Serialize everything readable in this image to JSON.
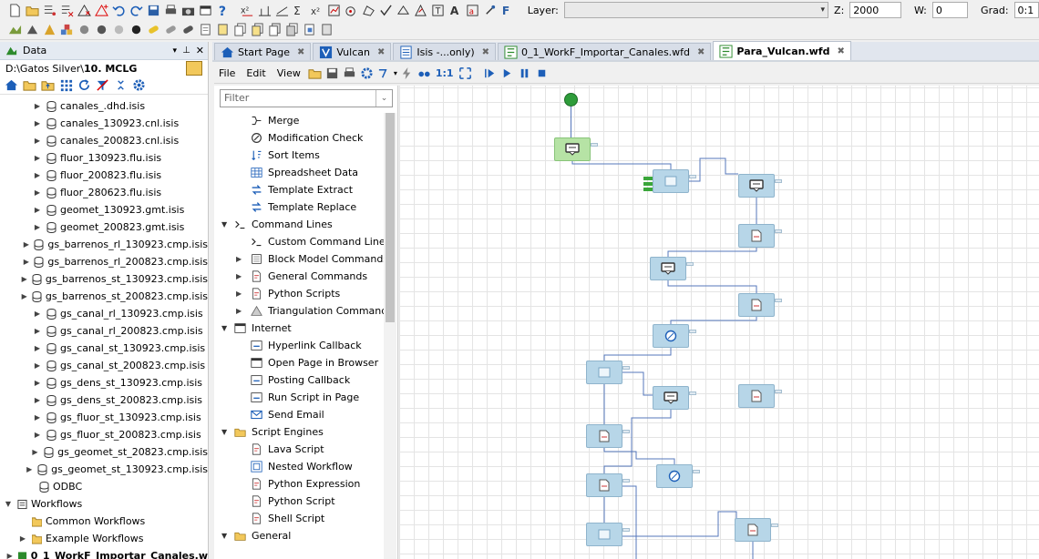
{
  "toolbar": {
    "layer_label": "Layer:",
    "z_label": "Z:",
    "z_value": "2000",
    "w_label": "W:",
    "w_value": "0",
    "grad_label": "Grad:",
    "grad_value": "0:1"
  },
  "data_panel": {
    "title": "Data",
    "path_prefix": "D:\\Gatos Silver\\",
    "path_bold": "10. MCLG"
  },
  "tree": {
    "files": [
      "canales_.dhd.isis",
      "canales_130923.cnl.isis",
      "canales_200823.cnl.isis",
      "fluor_130923.flu.isis",
      "fluor_200823.flu.isis",
      "fluor_280623.flu.isis",
      "geomet_130923.gmt.isis",
      "geomet_200823.gmt.isis",
      "gs_barrenos_rl_130923.cmp.isis",
      "gs_barrenos_rl_200823.cmp.isis",
      "gs_barrenos_st_130923.cmp.isis",
      "gs_barrenos_st_200823.cmp.isis",
      "gs_canal_rl_130923.cmp.isis",
      "gs_canal_rl_200823.cmp.isis",
      "gs_canal_st_130923.cmp.isis",
      "gs_canal_st_200823.cmp.isis",
      "gs_dens_st_130923.cmp.isis",
      "gs_dens_st_200823.cmp.isis",
      "gs_fluor_st_130923.cmp.isis",
      "gs_fluor_st_200823.cmp.isis",
      "gs_geomet_st_20823.cmp.isis",
      "gs_geomet_st_130923.cmp.isis"
    ],
    "odbc": "ODBC",
    "workflows": "Workflows",
    "common": "Common Workflows",
    "example": "Example Workflows",
    "last": "0_1_WorkF_Importar_Canales.w"
  },
  "tabs": [
    {
      "label": "Start Page",
      "icon": "home-icon"
    },
    {
      "label": "Vulcan",
      "icon": "vulcan-icon"
    },
    {
      "label": "Isis -...only)",
      "icon": "isis-icon"
    },
    {
      "label": "0_1_WorkF_Importar_Canales.wfd",
      "icon": "workflow-icon"
    },
    {
      "label": "Para_Vulcan.wfd",
      "icon": "workflow-icon"
    }
  ],
  "menu": [
    "File",
    "Edit",
    "View"
  ],
  "zoom_label": "1:1",
  "filter_placeholder": "Filter",
  "palette": [
    {
      "label": "Merge",
      "type": "item",
      "icon": "merge-icon"
    },
    {
      "label": "Modification Check",
      "type": "item",
      "icon": "check-icon"
    },
    {
      "label": "Sort Items",
      "type": "item",
      "icon": "sort-icon"
    },
    {
      "label": "Spreadsheet Data",
      "type": "item",
      "icon": "spreadsheet-icon"
    },
    {
      "label": "Template Extract",
      "type": "item",
      "icon": "template-icon"
    },
    {
      "label": "Template Replace",
      "type": "item",
      "icon": "template-icon"
    },
    {
      "label": "Command Lines",
      "type": "group",
      "icon": "terminal-icon"
    },
    {
      "label": "Custom Command Line",
      "type": "item",
      "icon": "terminal-icon"
    },
    {
      "label": "Block Model Commands",
      "type": "sub",
      "icon": "blockmodel-icon"
    },
    {
      "label": "General Commands",
      "type": "sub",
      "icon": "document-icon"
    },
    {
      "label": "Python Scripts",
      "type": "sub",
      "icon": "document-icon"
    },
    {
      "label": "Triangulation Commands",
      "type": "sub",
      "icon": "triangle-icon"
    },
    {
      "label": "Internet",
      "type": "group",
      "icon": "browser-icon"
    },
    {
      "label": "Hyperlink Callback",
      "type": "item",
      "icon": "link-icon"
    },
    {
      "label": "Open Page in Browser",
      "type": "item",
      "icon": "browser-icon"
    },
    {
      "label": "Posting Callback",
      "type": "item",
      "icon": "link-icon"
    },
    {
      "label": "Run Script in Page",
      "type": "item",
      "icon": "link-icon"
    },
    {
      "label": "Send Email",
      "type": "item",
      "icon": "email-icon"
    },
    {
      "label": "Script Engines",
      "type": "group",
      "icon": "folder-icon"
    },
    {
      "label": "Lava Script",
      "type": "item",
      "icon": "document-icon"
    },
    {
      "label": "Nested Workflow",
      "type": "item",
      "icon": "nested-icon"
    },
    {
      "label": "Python Expression",
      "type": "item",
      "icon": "document-icon"
    },
    {
      "label": "Python Script",
      "type": "item",
      "icon": "document-icon"
    },
    {
      "label": "Shell Script",
      "type": "item",
      "icon": "document-icon"
    },
    {
      "label": "General",
      "type": "group",
      "icon": "folder-icon"
    }
  ],
  "colors": {
    "tab_strip": "#e1e6ee",
    "node": "#b7d6e8",
    "start": "#2e9c3a",
    "connector": "#5577bb"
  }
}
